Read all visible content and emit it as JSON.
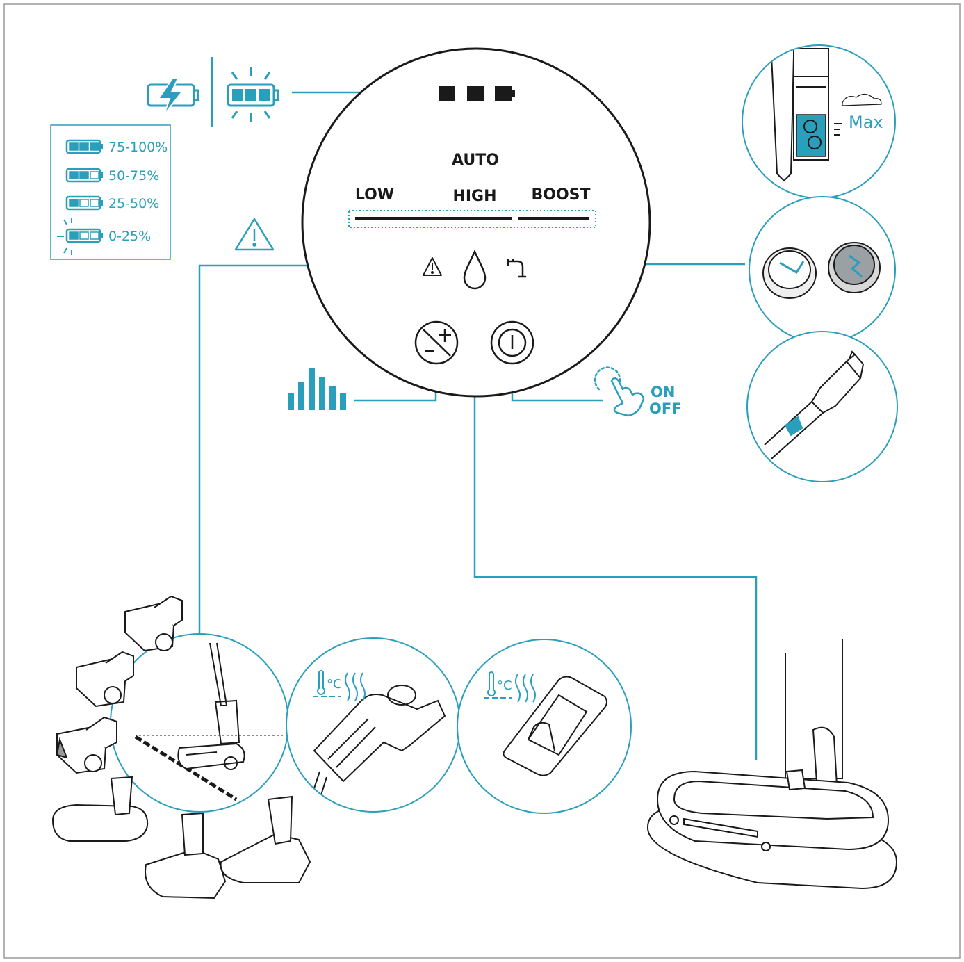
{
  "control_panel": {
    "mode_auto": "AUTO",
    "mode_low": "LOW",
    "mode_high": "HIGH",
    "mode_boost": "BOOST"
  },
  "battery_legend": {
    "levels": [
      {
        "label": "75-100%",
        "filled": 3
      },
      {
        "label": "50-75%",
        "filled": 2
      },
      {
        "label": "25-50%",
        "filled": 1
      },
      {
        "label": "0-25%",
        "filled": 1
      }
    ]
  },
  "power_hint": {
    "on_label": "ON",
    "off_label": "OFF"
  },
  "water_tank": {
    "max_label": "Max"
  },
  "colors": {
    "accent": "#2a9fbc",
    "ink": "#1a1a1a",
    "frame": "#9a9a9a"
  },
  "icons": [
    "charging-battery-icon",
    "blinking-battery-icon",
    "battery-indicator-icon",
    "warning-icon",
    "water-drop-icon",
    "tap-icon",
    "suction-adjust-icon",
    "power-icon",
    "suction-bars-icon",
    "touch-hand-icon",
    "thermometer-heat-icon"
  ]
}
